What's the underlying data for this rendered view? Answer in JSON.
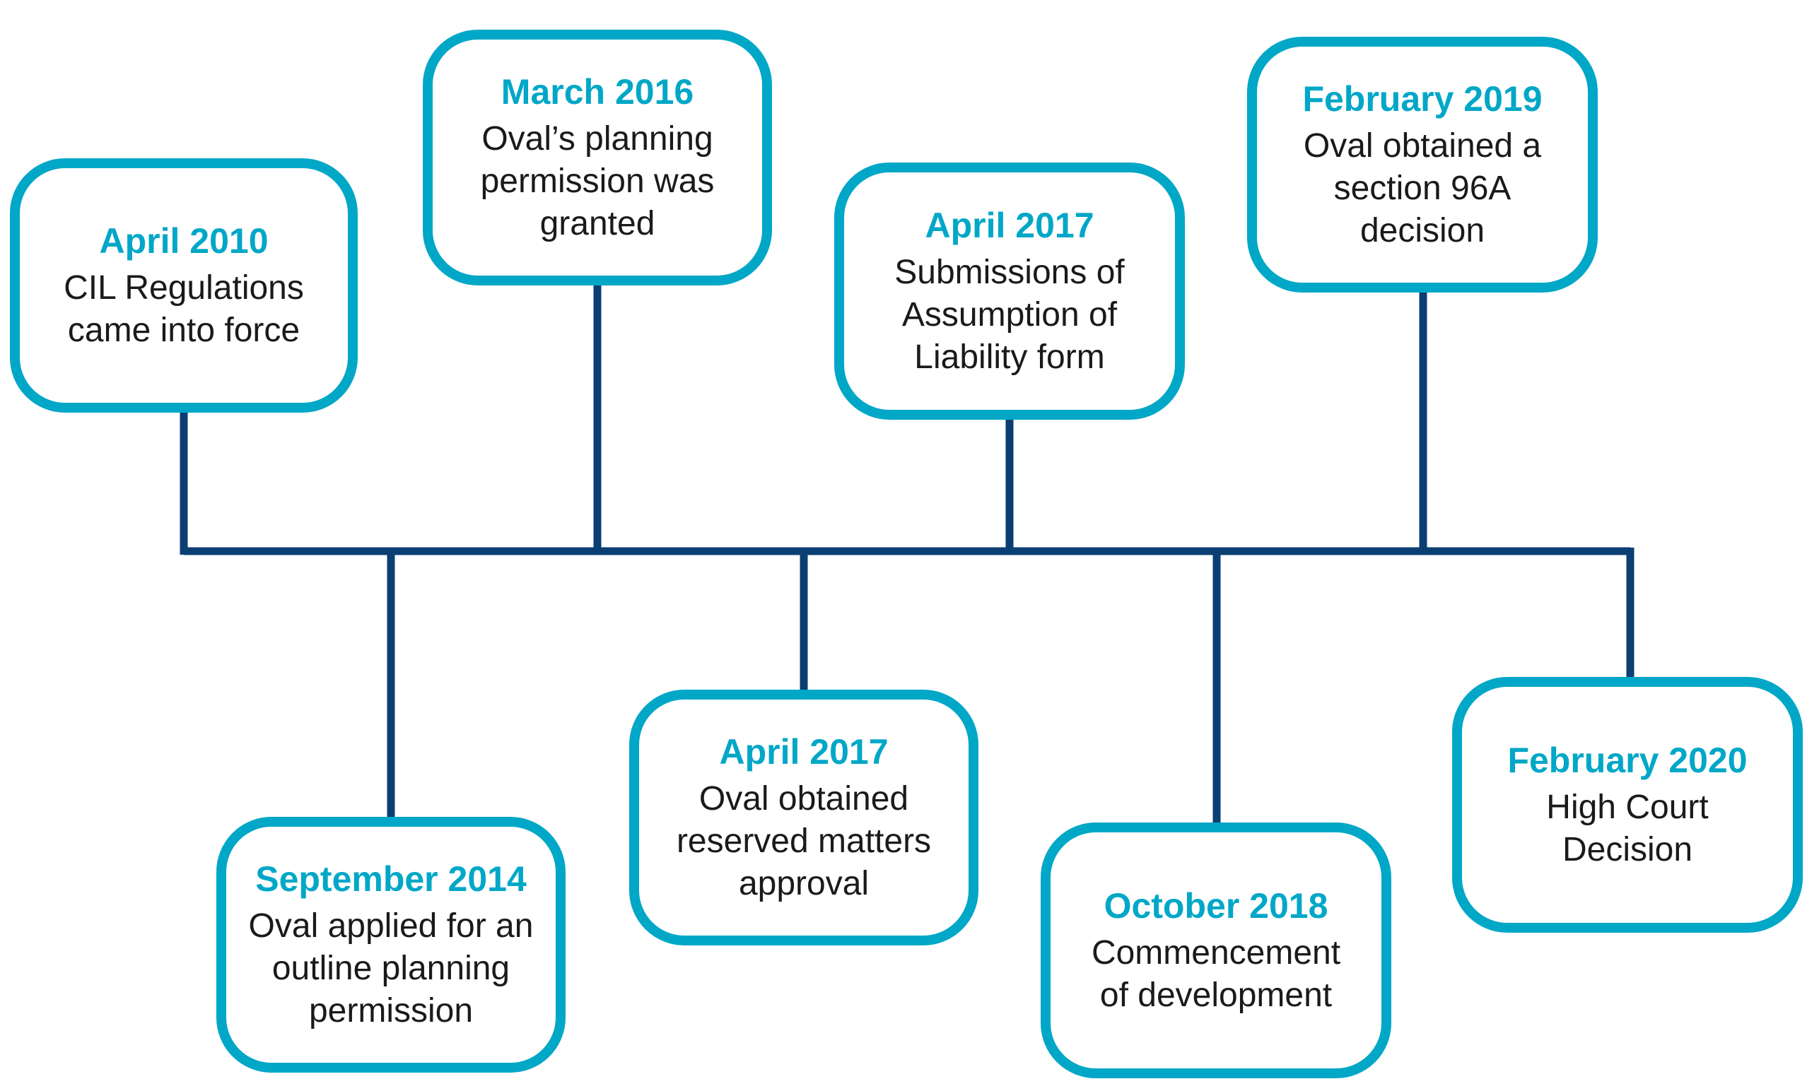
{
  "colors": {
    "accent": "#00a7c7",
    "line": "#0b3f73",
    "text": "#1a1a1a"
  },
  "events": [
    {
      "date": "April 2010",
      "description": "CIL Regulations\ncame into force",
      "position": "above"
    },
    {
      "date": "September 2014",
      "description": "Oval applied for an\noutline planning\npermission",
      "position": "below"
    },
    {
      "date": "March 2016",
      "description": "Oval’s planning\npermission was\ngranted",
      "position": "above"
    },
    {
      "date": "April 2017",
      "description": "Oval obtained\nreserved matters\napproval",
      "position": "below"
    },
    {
      "date": "April 2017",
      "description": "Submissions of\nAssumption of\nLiability form",
      "position": "above"
    },
    {
      "date": "October 2018",
      "description": "Commencement\nof development",
      "position": "below"
    },
    {
      "date": "February 2019",
      "description": "Oval obtained a\nsection 96A\ndecision",
      "position": "above"
    },
    {
      "date": "February 2020",
      "description": "High Court\nDecision",
      "position": "below"
    }
  ]
}
